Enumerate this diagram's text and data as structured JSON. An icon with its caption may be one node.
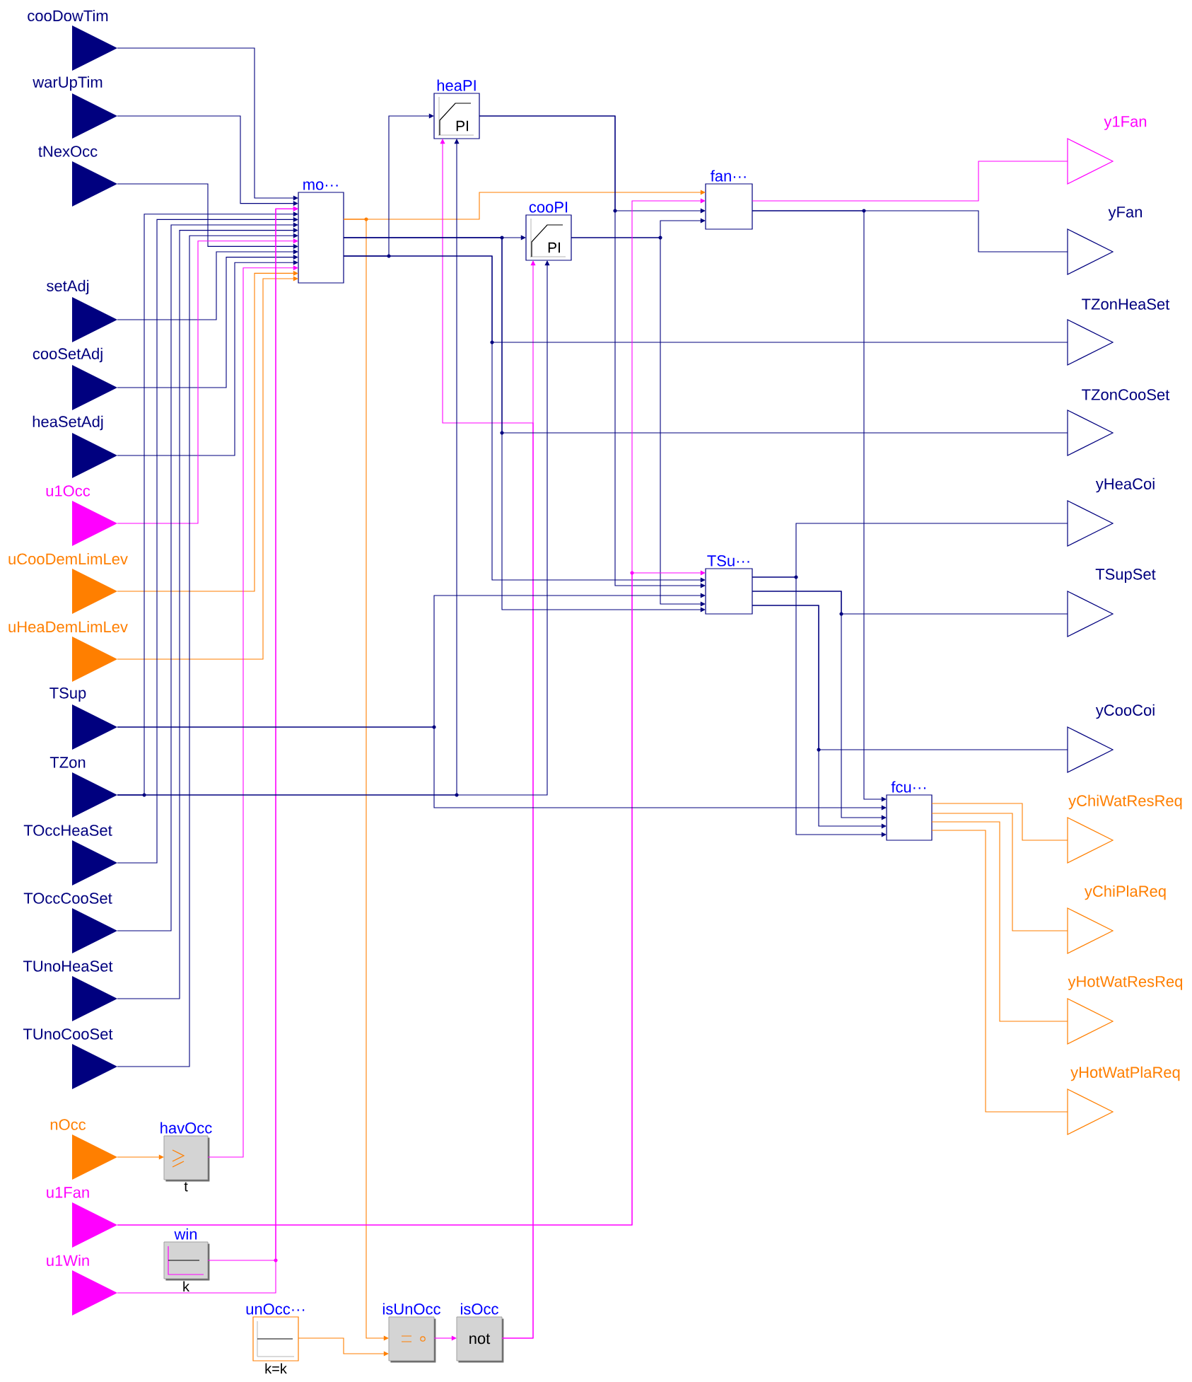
{
  "diagram": {
    "nodes": [
      {
        "text": [
          "cooDowTim"
        ]
      },
      {
        "text": [
          "warUpTim"
        ]
      },
      {
        "text": [
          "tNexOcc"
        ]
      },
      {
        "text": [
          "setAdj"
        ]
      },
      {
        "text": [
          "cooSetAdj"
        ]
      },
      {
        "text": [
          "heaSetAdj"
        ]
      },
      {
        "text": [
          "u1Occ"
        ]
      },
      {
        "text": [
          "uCooDemLimLev"
        ]
      },
      {
        "text": [
          "uHeaDemLimLev"
        ]
      },
      {
        "text": [
          "TSup"
        ]
      },
      {
        "text": [
          "TZon"
        ]
      },
      {
        "text": [
          "TOccHeaSet"
        ]
      },
      {
        "text": [
          "TOccCooSet"
        ]
      },
      {
        "text": [
          "TUnoHeaSet"
        ]
      },
      {
        "text": [
          "TUnoCooSet"
        ]
      },
      {
        "text": [
          "nOcc"
        ]
      },
      {
        "text": [
          "u1Fan"
        ]
      },
      {
        "text": [
          "u1Win"
        ]
      },
      {
        "text": [
          "mo···"
        ]
      },
      {
        "text": [
          "heaPI",
          "PI"
        ]
      },
      {
        "text": [
          "cooPI",
          "PI"
        ]
      },
      {
        "text": [
          "fan···"
        ]
      },
      {
        "text": [
          "TSu···"
        ]
      },
      {
        "text": [
          "fcu···"
        ]
      },
      {
        "text": [
          "havOcc",
          "t"
        ]
      },
      {
        "text": [
          "win",
          "k"
        ]
      },
      {
        "text": [
          "unOcc···",
          "k=k"
        ]
      },
      {
        "text": [
          "isUnOcc"
        ]
      },
      {
        "text": [
          "isOcc",
          "not"
        ]
      },
      {
        "text": [
          "y1Fan"
        ]
      },
      {
        "text": [
          "yFan"
        ]
      },
      {
        "text": [
          "TZonHeaSet"
        ]
      },
      {
        "text": [
          "TZonCooSet"
        ]
      },
      {
        "text": [
          "yHeaCoi"
        ]
      },
      {
        "text": [
          "TSupSet"
        ]
      },
      {
        "text": [
          "yCooCoi"
        ]
      },
      {
        "text": [
          "yChiWatResReq"
        ]
      },
      {
        "text": [
          "yChiPlaReq"
        ]
      },
      {
        "text": [
          "yHotWatResReq"
        ]
      },
      {
        "text": [
          "yHotWatPlaReq"
        ]
      }
    ],
    "edges": [
      {
        "from": 0,
        "to": 18,
        "arrow": "to"
      },
      {
        "from": 1,
        "to": 18,
        "arrow": "to"
      },
      {
        "from": 2,
        "to": 18,
        "arrow": "to"
      },
      {
        "from": 3,
        "to": 18,
        "arrow": "to"
      },
      {
        "from": 4,
        "to": 18,
        "arrow": "to"
      },
      {
        "from": 5,
        "to": 18,
        "arrow": "to"
      },
      {
        "from": 6,
        "to": 18,
        "arrow": "to",
        "color": "#ff00ff"
      },
      {
        "from": 7,
        "to": 18,
        "arrow": "to",
        "color": "#ff7f00"
      },
      {
        "from": 8,
        "to": 18,
        "arrow": "to",
        "color": "#ff7f00"
      },
      {
        "from": 10,
        "to": 18,
        "arrow": "to"
      },
      {
        "from": 11,
        "to": 18,
        "arrow": "to"
      },
      {
        "from": 12,
        "to": 18,
        "arrow": "to"
      },
      {
        "from": 13,
        "to": 18,
        "arrow": "to"
      },
      {
        "from": 14,
        "to": 18,
        "arrow": "to"
      },
      {
        "from": 24,
        "to": 18,
        "arrow": "to",
        "color": "#ff00ff"
      },
      {
        "from": 17,
        "to": 18,
        "arrow": "to",
        "color": "#ff00ff"
      },
      {
        "from": 25,
        "to": 18,
        "arrow": "to",
        "color": "#ff00ff"
      },
      {
        "from": 15,
        "to": 24,
        "arrow": "to",
        "color": "#ff7f00"
      },
      {
        "from": 18,
        "to": 21,
        "arrow": "to",
        "color": "#ff7f00"
      },
      {
        "from": 18,
        "to": 27,
        "arrow": "to",
        "color": "#ff7f00"
      },
      {
        "from": 26,
        "to": 27,
        "arrow": "to",
        "color": "#ff7f00"
      },
      {
        "from": 27,
        "to": 28,
        "arrow": "to",
        "color": "#ff00ff"
      },
      {
        "from": 28,
        "to": 20,
        "arrow": "to",
        "color": "#ff00ff"
      },
      {
        "from": 28,
        "to": 19,
        "arrow": "to",
        "color": "#ff00ff"
      },
      {
        "from": 18,
        "to": 19,
        "arrow": "to"
      },
      {
        "from": 18,
        "to": 22,
        "arrow": "to"
      },
      {
        "from": 18,
        "to": 31,
        "arrow": "none"
      },
      {
        "from": 18,
        "to": 20,
        "arrow": "to"
      },
      {
        "from": 18,
        "to": 22,
        "arrow": "to"
      },
      {
        "from": 18,
        "to": 32,
        "arrow": "none"
      },
      {
        "from": 10,
        "to": 19,
        "arrow": "to"
      },
      {
        "from": 10,
        "to": 20,
        "arrow": "to"
      },
      {
        "from": 19,
        "to": 21,
        "arrow": "to"
      },
      {
        "from": 19,
        "to": 22,
        "arrow": "to"
      },
      {
        "from": 20,
        "to": 21,
        "arrow": "to"
      },
      {
        "from": 20,
        "to": 22,
        "arrow": "to"
      },
      {
        "from": 16,
        "to": 21,
        "arrow": "to",
        "color": "#ff00ff"
      },
      {
        "from": 16,
        "to": 22,
        "arrow": "to",
        "color": "#ff00ff"
      },
      {
        "from": 9,
        "to": 22,
        "arrow": "to"
      },
      {
        "from": 9,
        "to": 23,
        "arrow": "to"
      },
      {
        "from": 21,
        "to": 29,
        "arrow": "none",
        "color": "#ff00ff"
      },
      {
        "from": 21,
        "to": 30,
        "arrow": "none"
      },
      {
        "from": 21,
        "to": 23,
        "arrow": "to"
      },
      {
        "from": 22,
        "to": 33,
        "arrow": "none"
      },
      {
        "from": 22,
        "to": 23,
        "arrow": "to"
      },
      {
        "from": 22,
        "to": 34,
        "arrow": "none"
      },
      {
        "from": 22,
        "to": 23,
        "arrow": "to"
      },
      {
        "from": 22,
        "to": 35,
        "arrow": "none"
      },
      {
        "from": 22,
        "to": 23,
        "arrow": "to"
      },
      {
        "from": 23,
        "to": 36,
        "arrow": "none",
        "color": "#ff7f00"
      },
      {
        "from": 23,
        "to": 37,
        "arrow": "none",
        "color": "#ff7f00"
      },
      {
        "from": 23,
        "to": 38,
        "arrow": "none",
        "color": "#ff7f00"
      },
      {
        "from": 23,
        "to": 39,
        "arrow": "none",
        "color": "#ff7f00"
      }
    ]
  }
}
